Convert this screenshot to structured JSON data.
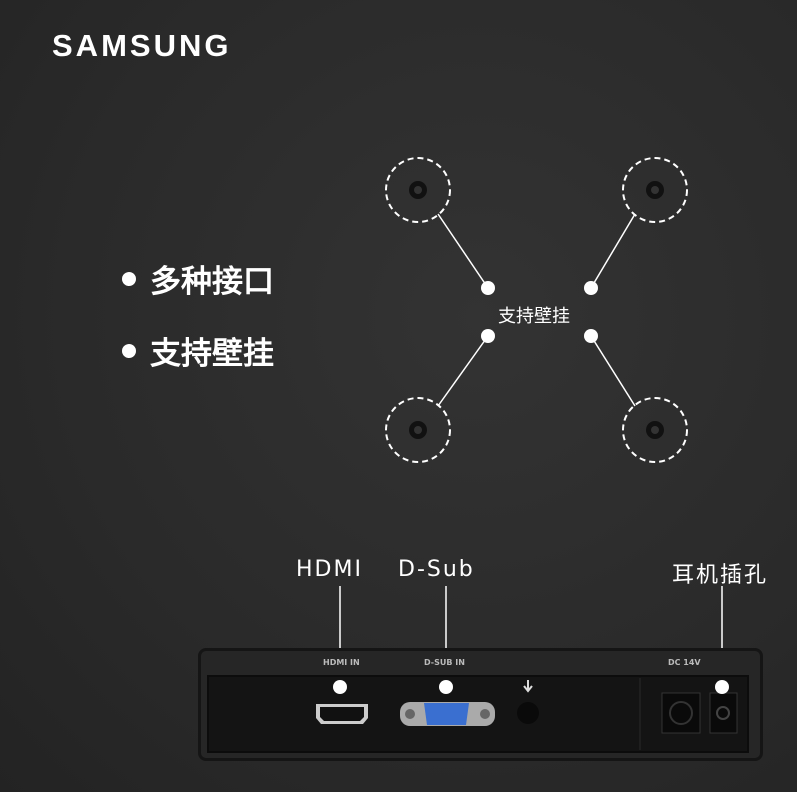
{
  "brand": "SAMSUNG",
  "features": [
    "多种接口",
    "支持壁挂"
  ],
  "mount_label": "支持壁挂",
  "ports": {
    "hdmi": "HDMI",
    "dsub": "D-Sub",
    "headphone": "耳机插孔"
  },
  "panel_labels": {
    "hdmi": "HDMI IN",
    "dsub": "D-SUB IN",
    "dc": "DC 14V"
  },
  "colors": {
    "background": "#2b2b2b",
    "vga_blue": "#3a6fd0"
  }
}
